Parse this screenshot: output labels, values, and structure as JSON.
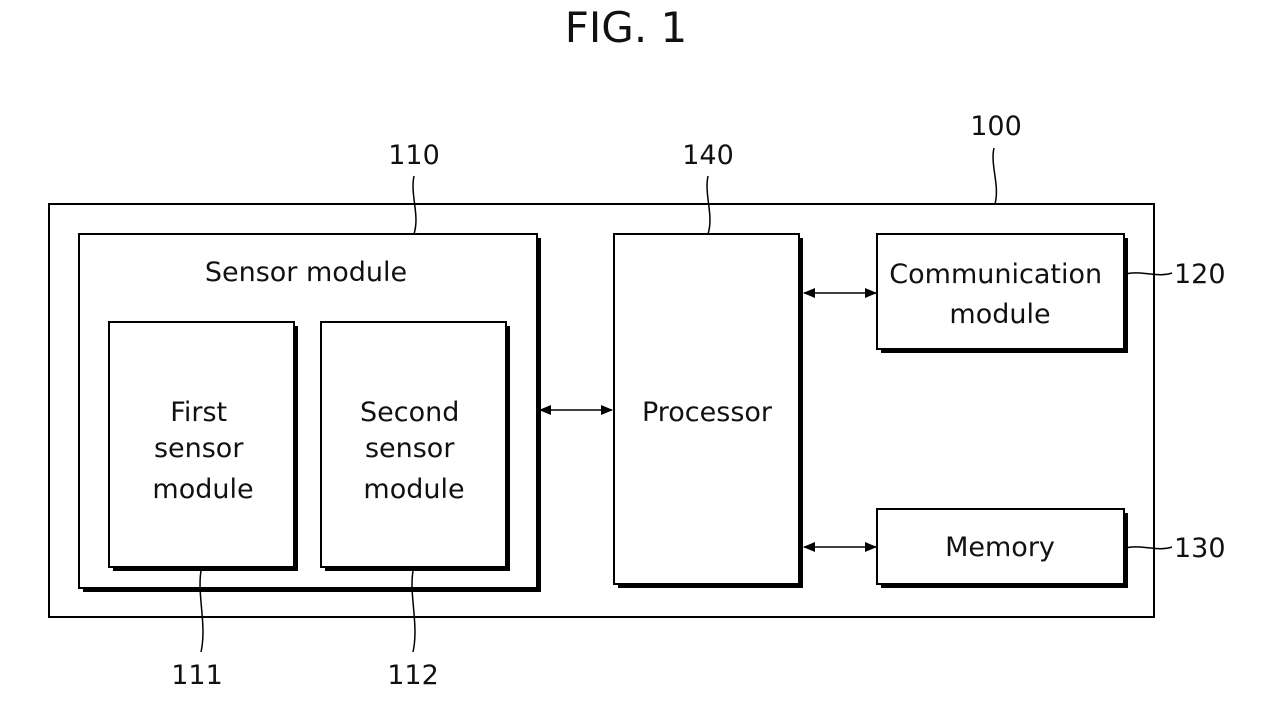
{
  "title": "FIG. 1",
  "device": {
    "ref": "100"
  },
  "sensor_module": {
    "label": "Sensor module",
    "ref": "110",
    "first": {
      "lines": [
        "First",
        "sensor",
        "module"
      ],
      "ref": "111"
    },
    "second": {
      "lines": [
        "Second",
        "sensor",
        "module"
      ],
      "ref": "112"
    }
  },
  "processor": {
    "label": "Processor",
    "ref": "140"
  },
  "communication": {
    "lines": [
      "Communication",
      "module"
    ],
    "ref": "120"
  },
  "memory": {
    "label": "Memory",
    "ref": "130"
  }
}
